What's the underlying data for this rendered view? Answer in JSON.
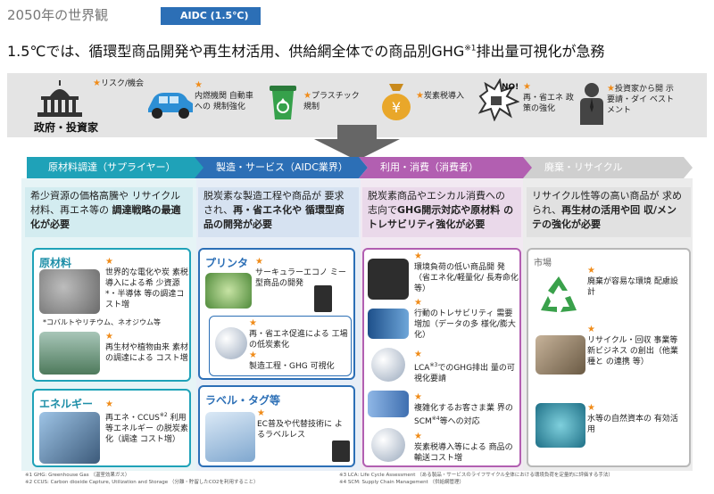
{
  "header": {
    "title_small": "2050年の世界観",
    "badge": "AIDC (1.5℃)",
    "headline_main": "1.5℃では、循環型商品開発や再生材活用、供給網全体での商品別GHG",
    "headline_sup": "※1",
    "headline_tail": "排出量可視化が急務"
  },
  "band": {
    "actor_label": "政府・投資家",
    "items": [
      "リスク/機会",
      "内燃機関 自動車への 規制強化",
      "プラスチック 規制",
      "炭素税導入",
      "再・省エネ 政策の強化",
      "投資家から開 示要請・ダイ ベストメント"
    ],
    "no_sign": "NO!",
    "tax_sign": "¥"
  },
  "phases": [
    "原材料調達（サプライヤー）",
    "製造・サービス（AIDC業界）",
    "利用・消費（消費者）",
    "廃棄・リサイクル"
  ],
  "summaries": {
    "c1": {
      "a": "希少資源の価格高騰や リサイクル材料、再エネ等の ",
      "b": "調達戦略の最適化が必要"
    },
    "c2": {
      "a": "脱炭素な製造工程や商品が 要求され、",
      "b": "再・省エネ化や 循環型商品の開発が必要"
    },
    "c3": {
      "a": "脱炭素商品やエシカル消費への 志向で",
      "b": "GHG開示対応や原材料 のトレサビリティ強化が必要"
    },
    "c4": {
      "a": "リサイクル性等の高い商品が 求められ、",
      "b": "再生材の活用や回 収/メンテの強化が必要"
    }
  },
  "col1": {
    "box1_title": "原材料",
    "i1": "世界的な電化や炭 素税導入による希 少資源*・半導体 等の調達コスト増",
    "note": "*コバルトやリチウム、ネオジウム等",
    "i2": "再生材や植物由来 素材の調達による コスト増",
    "box2_title": "エネルギー",
    "i3": "再エネ・CCUS",
    "i3_sup": "※2",
    "i3_tail": " 利用等エネルギー の脱炭素化（調達 コスト増）"
  },
  "col2": {
    "box1_title": "プリンタ",
    "i1": "サーキュラーエコノ ミー型商品の開発",
    "i2": "再・省エネ促進による 工場の低炭素化",
    "i3": "製造工程・GHG 可視化",
    "box2_title": "ラベル・タグ等",
    "i4": "EC普及や代替技術に よるラベルレス"
  },
  "col3": {
    "i1": "環境負荷の低い商品開 発（省エネ化/軽量化/ 長寿命化 等）",
    "i2": "行動のトレサビリティ 需要増加（データの多 様化/膨大化）",
    "i3": "LCA",
    "i3_sup": "※3",
    "i3_tail": "でのGHG排出 量の可視化要請",
    "i4": "複雑化するお客さま業 界のSCM",
    "i4_sup": "※4",
    "i4_tail": "等への対応",
    "i5": "炭素税導入等による 商品の輸送コスト増"
  },
  "col4": {
    "title": "市場",
    "i1": "廃棄が容易な環境 配慮設計",
    "i2": "リサイクル・回収 事業等新ビジネス の創出（他業種と の連携 等）",
    "i3": "水等の自然資本の 有効活用"
  },
  "footnotes": {
    "f1": "※1 GHG: Greenhouse Gas （温室効果ガス）",
    "f2": "※2 CCUS: Carbon dioxide Capture, Utilization and Storage （分離・貯留したCO2を利用すること）",
    "f3": "※3 LCA: Life Cycle Assessment （ある製品・サービスのライフサイクル全体における環境負荷を定量的に評価する手法）",
    "f4": "※4 SCM: Supply Chain Management （供給網管理）"
  },
  "colors": {
    "c1": "#1fa2b8",
    "c2": "#2c6fb6",
    "c3": "#b25fb1",
    "c4": "#cfcfcf",
    "star": "#f08c1a"
  }
}
